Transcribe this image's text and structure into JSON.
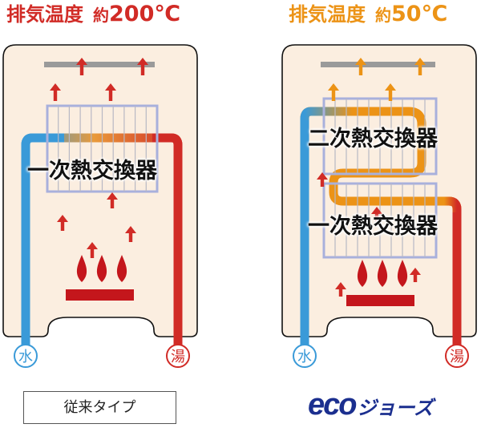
{
  "left": {
    "title_main": "排気温度",
    "title_prefix": "約",
    "title_temp": "200℃",
    "exchanger_label": "一次熱交換器",
    "water_label": "水",
    "hot_label": "湯",
    "type_label": "従来タイプ"
  },
  "right": {
    "title_main": "排気温度",
    "title_prefix": "約",
    "title_temp": "50℃",
    "secondary_exchanger_label": "二次熱交換器",
    "primary_exchanger_label": "一次熱交換器",
    "water_label": "水",
    "hot_label": "湯",
    "logo_text_eco": "eco",
    "logo_text_suffix": "ジョーズ"
  },
  "colors": {
    "hot_red": "#d12b26",
    "cold_blue": "#3a9ad8",
    "warm_orange": "#ec9316",
    "exhaust_grey": "#9a9a9a",
    "body_fill": "#fbeee0",
    "exchanger_frame": "#a8b0dc",
    "logo_blue": "#1b2f8f"
  },
  "icons": [
    "up-arrow-icon",
    "flame-icon",
    "burner-icon",
    "water-pipe-icon",
    "hot-water-pipe-icon"
  ]
}
